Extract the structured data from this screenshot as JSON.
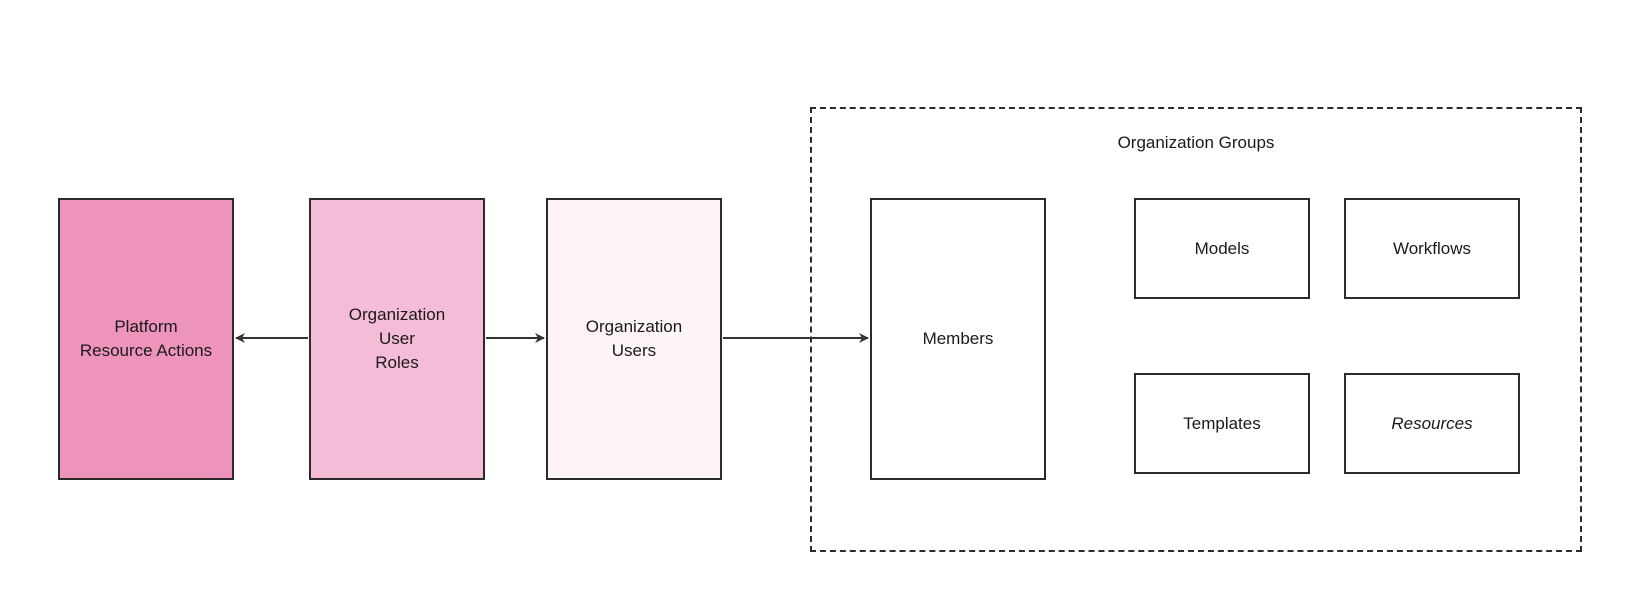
{
  "colors": {
    "platform_fill": "#ee93bb",
    "roles_fill": "#f5bcd8",
    "users_fill": "#fdf3f8",
    "white_fill": "#ffffff",
    "stroke": "#2b2b2b",
    "arrow": "#333333"
  },
  "nodes": {
    "platform_resource_actions": "Platform\nResource Actions",
    "organization_user_roles": "Organization\nUser\nRoles",
    "organization_users": "Organization\nUsers",
    "members": "Members",
    "models": "Models",
    "workflows": "Workflows",
    "templates": "Templates",
    "resources": "Resources"
  },
  "group": {
    "title": "Organization Groups"
  },
  "edges": [
    {
      "from": "organization_user_roles",
      "to": "platform_resource_actions"
    },
    {
      "from": "organization_user_roles",
      "to": "organization_users"
    },
    {
      "from": "organization_users",
      "to": "members"
    }
  ]
}
